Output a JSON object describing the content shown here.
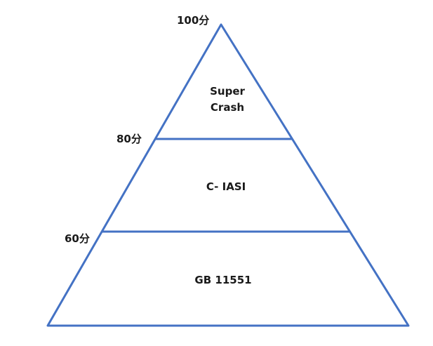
{
  "pyramid": {
    "line_color": "#4472c4",
    "scores": {
      "top": "100分",
      "upper": "80分",
      "lower": "60分"
    },
    "tiers": {
      "top_line1": "Super",
      "top_line2": "Crash",
      "middle": "C- IASI",
      "bottom": "GB 11551"
    }
  }
}
